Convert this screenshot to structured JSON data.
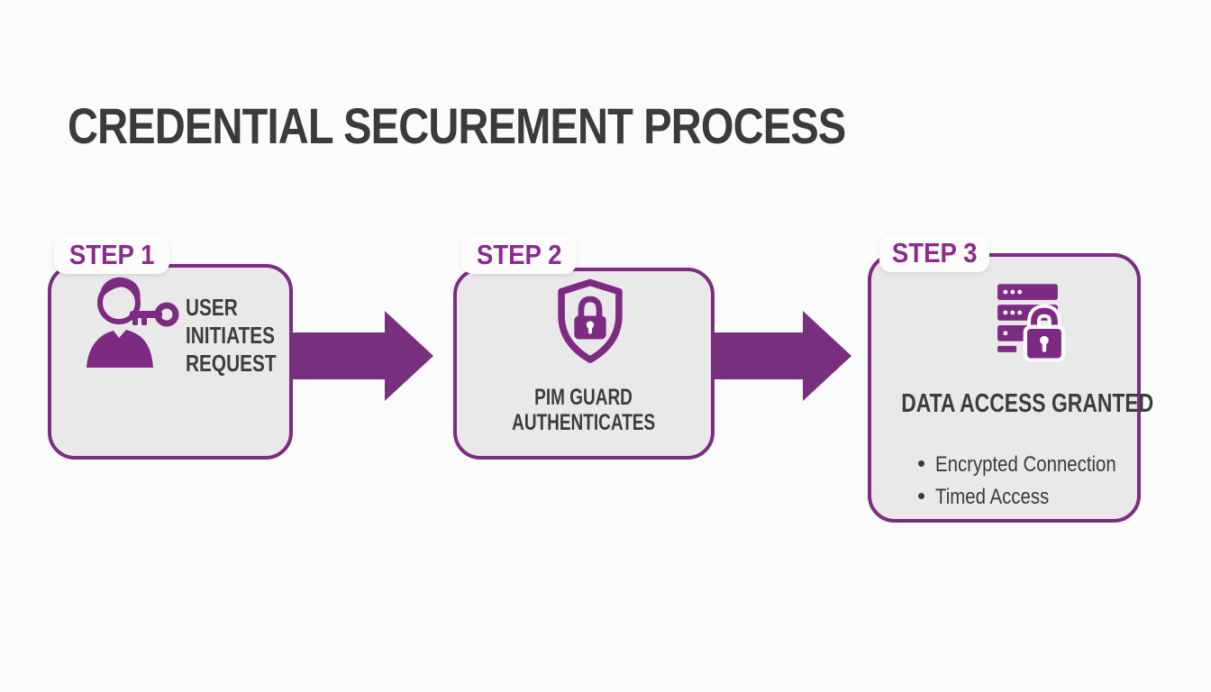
{
  "diagram": {
    "title": "CREDENTIAL SECUREMENT PROCESS",
    "colors": {
      "purple_border": "#7c2d82",
      "purple_arrow": "#772f7e",
      "purple_label": "#8a2b8d",
      "box_fill": "#eae9ea",
      "tab_fill": "#fcfcfc",
      "text_dark": "#3d3d3d",
      "background": "#fafbfb"
    },
    "steps": [
      {
        "label": "STEP 1",
        "icon": "user-key-icon",
        "lines": [
          "USER",
          "INITIATES",
          "REQUEST"
        ]
      },
      {
        "label": "STEP 2",
        "icon": "shield-lock-icon",
        "lines": [
          "PIM GUARD",
          "AUTHENTICATES"
        ]
      },
      {
        "label": "STEP 3",
        "icon": "server-lock-icon",
        "heading": "DATA ACCESS GRANTED",
        "bullets": [
          "Encrypted Connection",
          "Timed Access"
        ]
      }
    ],
    "connectors": [
      {
        "shape": "block-arrow-right"
      },
      {
        "shape": "block-arrow-right"
      }
    ]
  }
}
